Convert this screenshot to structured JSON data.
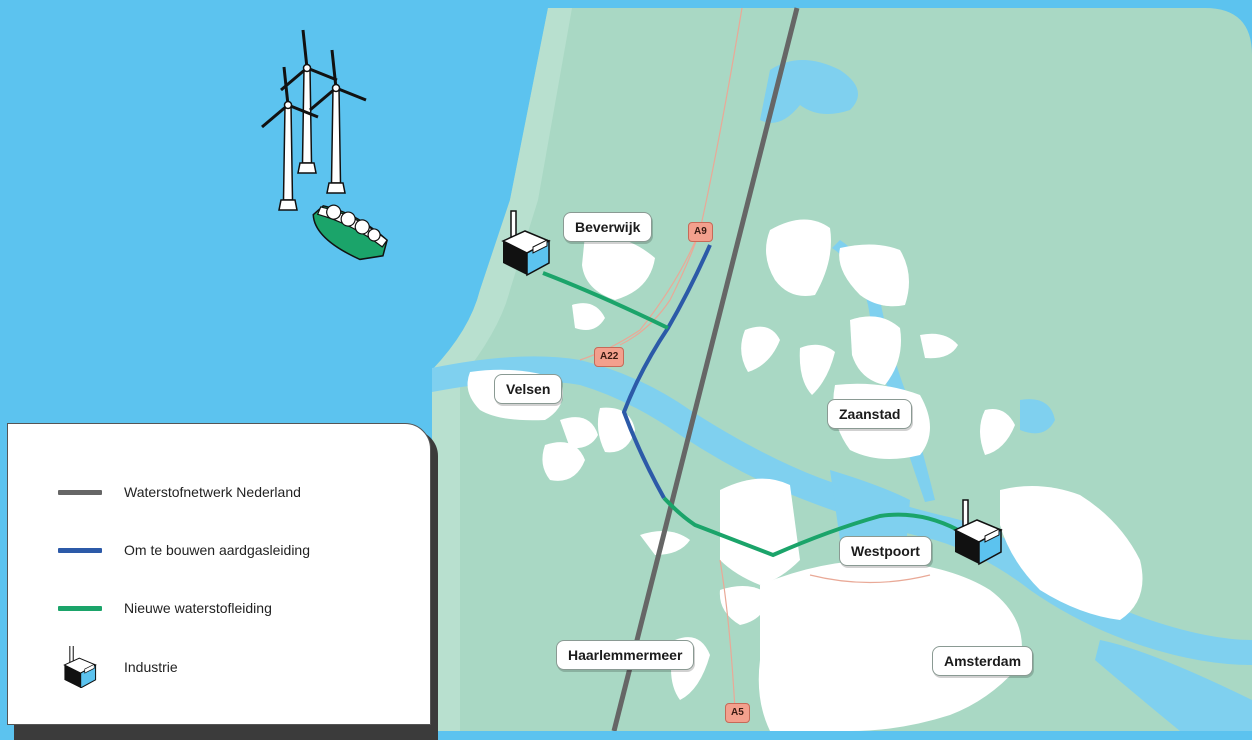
{
  "colors": {
    "sea": "#5cc3ef",
    "land": "#a9d8c4",
    "urban": "#ffffff",
    "water": "#7fd0ef",
    "network_line": "#666666",
    "gas_line": "#2c5aa8",
    "hydrogen_line": "#1ba46a",
    "road_badge": "#f3a08d"
  },
  "places": {
    "beverwijk": "Beverwijk",
    "velsen": "Velsen",
    "zaanstad": "Zaanstad",
    "westpoort": "Westpoort",
    "haarlemmermeer": "Haarlemmermeer",
    "amsterdam": "Amsterdam"
  },
  "roads": {
    "a9": "A9",
    "a22": "A22",
    "a5": "A5"
  },
  "legend": {
    "items": [
      {
        "label": "Waterstofnetwerk Nederland",
        "color": "#666666",
        "icon": "line"
      },
      {
        "label": "Om te bouwen aardgasleiding",
        "color": "#2c5aa8",
        "icon": "line"
      },
      {
        "label": "Nieuwe waterstofleiding",
        "color": "#1ba46a",
        "icon": "line"
      },
      {
        "label": "Industrie",
        "icon": "factory-icon"
      }
    ]
  }
}
